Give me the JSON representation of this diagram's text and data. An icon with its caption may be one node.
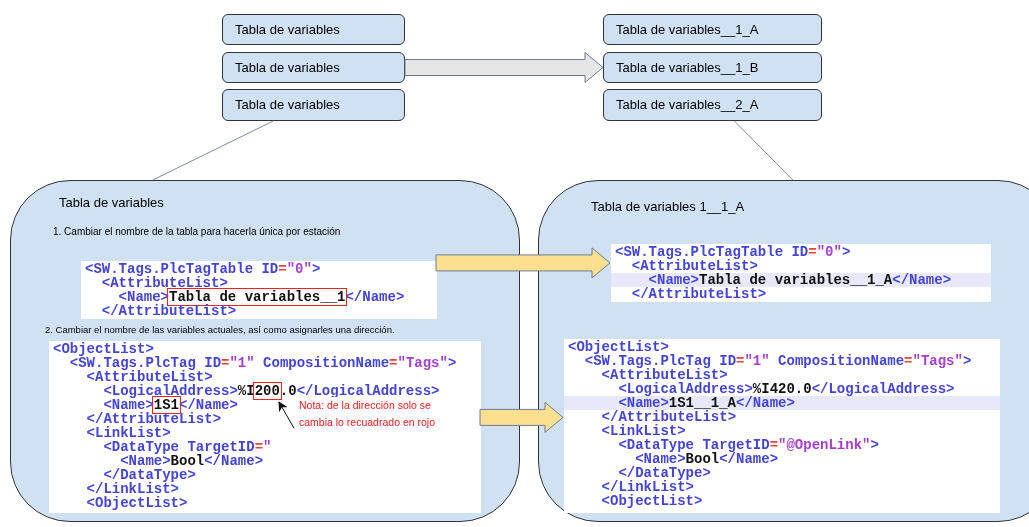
{
  "diagram": {
    "nodes": [
      {
        "text": [
          "Tabla de variables"
        ]
      },
      {
        "text": [
          "Tabla de variables"
        ]
      },
      {
        "text": [
          "Tabla de variables"
        ]
      },
      {
        "text": [
          "Tabla de variables__1_A"
        ]
      },
      {
        "text": [
          "Tabla de variables__1_B"
        ]
      },
      {
        "text": [
          "Tabla de variables__2_A"
        ]
      },
      {
        "text": [
          "Tabla de variables",
          "1. Cambiar el nombre de la tabla para hacerla única por estación",
          "2. Cambiar el nombre de las variables actuales, así como asignarles una dirección."
        ]
      },
      {
        "text": [
          "<SW.Tags.PlcTagTable ID=\"0\">",
          "<AttributeList>",
          "<Name>Tabla de variables__1</Name>",
          "</AttributeList>"
        ],
        "in": 6
      },
      {
        "text": [
          "<ObjectList>",
          "<SW.Tags.PlcTag ID=\"1\" CompositionName=\"Tags\">",
          "<AttributeList>",
          "<LogicalAddress>%I200.0</LogicalAddress>",
          "<Name>1S1</Name>",
          "</AttributeList>",
          "<LinkList>",
          "<DataType TargetID=\"",
          "<Name>Bool</Name>",
          "</DataType>",
          "</LinkList>",
          "<ObjectList>"
        ],
        "in": 6
      },
      {
        "text": [
          "Nota: de la dirección solo se cambia lo recuadrado en rojo"
        ],
        "in": 8
      },
      {
        "text": [
          "Tabla de variables 1__1_A"
        ]
      },
      {
        "text": [
          "<SW.Tags.PlcTagTable ID=\"0\">",
          "<AttributeList>",
          "<Name>Tabla de variables__1_A</Name>",
          "</AttributeList>"
        ],
        "in": 10
      },
      {
        "text": [
          "<ObjectList>",
          "<SW.Tags.PlcTag ID=\"1\" CompositionName=\"Tags\">",
          "<AttributeList>",
          "<LogicalAddress>%I420.0</LogicalAddress>",
          "<Name>1S1__1_A</Name>",
          "</AttributeList>",
          "<LinkList>",
          "<DataType TargetID=\"@OpenLink\">",
          "<Name>Bool</Name>",
          "</DataType>",
          "</LinkList>",
          "<ObjectList>"
        ],
        "in": 10
      }
    ],
    "edges": [
      {
        "from": 2,
        "to": 6,
        "arrow": "none"
      },
      {
        "from": 5,
        "to": 10,
        "arrow": "none"
      },
      {
        "from": 1,
        "to": 4,
        "arrow": "to",
        "style": "thick",
        "color": "#e6e6e6"
      },
      {
        "from": 7,
        "to": 11,
        "arrow": "to",
        "style": "thick",
        "color": "#fde08f"
      },
      {
        "from": 8,
        "to": 12,
        "arrow": "to",
        "style": "thick",
        "color": "#fde08f"
      },
      {
        "from": 9,
        "to": null,
        "arrow": "to",
        "color": "#111111"
      }
    ]
  }
}
